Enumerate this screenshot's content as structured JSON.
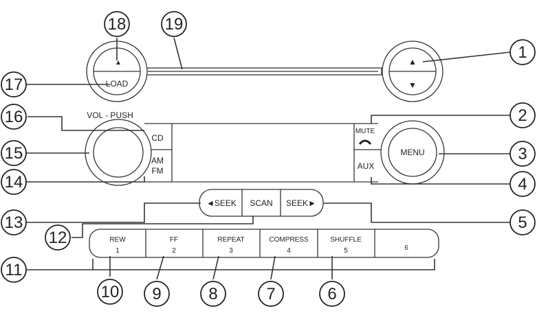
{
  "labels": {
    "vol_push": "VOL - PUSH",
    "load": "LOAD",
    "cd": "CD",
    "am": "AM",
    "fm": "FM",
    "mute": "MUTE",
    "menu": "MENU",
    "aux": "AUX",
    "seek_left": "◄SEEK",
    "scan": "SCAN",
    "seek_right": "SEEK►",
    "eject_arrow": "▲",
    "tune_up_arrow": "▲",
    "tune_down_arrow": "▼"
  },
  "presets": [
    {
      "function": "REW",
      "number": "1"
    },
    {
      "function": "FF",
      "number": "2"
    },
    {
      "function": "REPEAT",
      "number": "3"
    },
    {
      "function": "COMPRESS",
      "number": "4"
    },
    {
      "function": "SHUFFLE",
      "number": "5"
    },
    {
      "function": "",
      "number": "6"
    }
  ],
  "callouts": [
    "1",
    "2",
    "3",
    "4",
    "5",
    "6",
    "7",
    "8",
    "9",
    "10",
    "11",
    "12",
    "13",
    "14",
    "15",
    "16",
    "17",
    "18",
    "19"
  ]
}
